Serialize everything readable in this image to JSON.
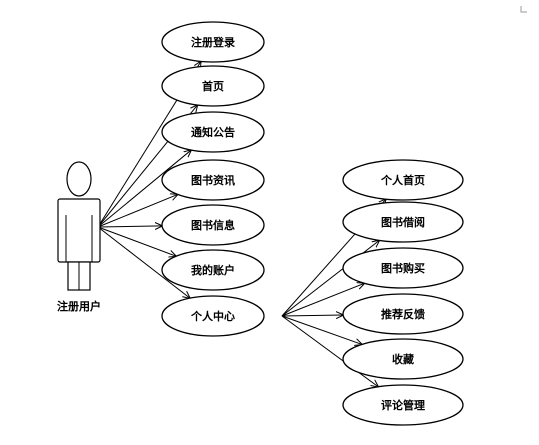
{
  "actor": {
    "label": "注册用户"
  },
  "main_use_cases": [
    {
      "id": "register-login",
      "label": "注册登录"
    },
    {
      "id": "home",
      "label": "首页"
    },
    {
      "id": "notice",
      "label": "通知公告"
    },
    {
      "id": "book-info",
      "label": "图书资讯"
    },
    {
      "id": "book-detail",
      "label": "图书信息"
    },
    {
      "id": "recharge",
      "label": "我的账户"
    },
    {
      "id": "personal-center",
      "label": "个人中心"
    }
  ],
  "sub_use_cases": [
    {
      "id": "personal-home",
      "label": "个人首页"
    },
    {
      "id": "book-borrow",
      "label": "图书借阅"
    },
    {
      "id": "book-purchase",
      "label": "图书购买"
    },
    {
      "id": "feedback",
      "label": "推荐反馈"
    },
    {
      "id": "favorites",
      "label": "收藏"
    },
    {
      "id": "comment-manage",
      "label": "评论管理"
    }
  ]
}
